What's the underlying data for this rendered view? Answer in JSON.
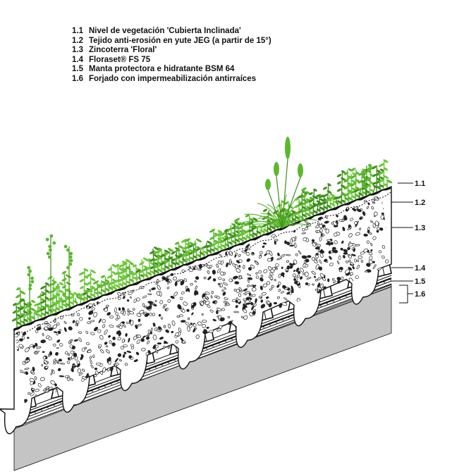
{
  "legend": [
    {
      "num": "1.1",
      "text": "Nivel de vegetación 'Cubierta Inclinada'"
    },
    {
      "num": "1.2",
      "text": "Tejido anti-erosión en yute JEG (a partir de 15°)"
    },
    {
      "num": "1.3",
      "text": "Zincoterra 'Floral'"
    },
    {
      "num": "1.4",
      "text": "Floraset® FS 75"
    },
    {
      "num": "1.5",
      "text": "Manta protectora e hidratante BSM 64"
    },
    {
      "num": "1.6",
      "text": "Forjado con impermeabilización antirraíces"
    }
  ],
  "labels": [
    "1.1",
    "1.2",
    "1.3",
    "1.4",
    "1.5",
    "1.6"
  ],
  "colors": {
    "vegetation": "#5cb82e",
    "vegetation_dark": "#3f8f1c",
    "slab": "#c4c4c4",
    "line": "#111111"
  }
}
